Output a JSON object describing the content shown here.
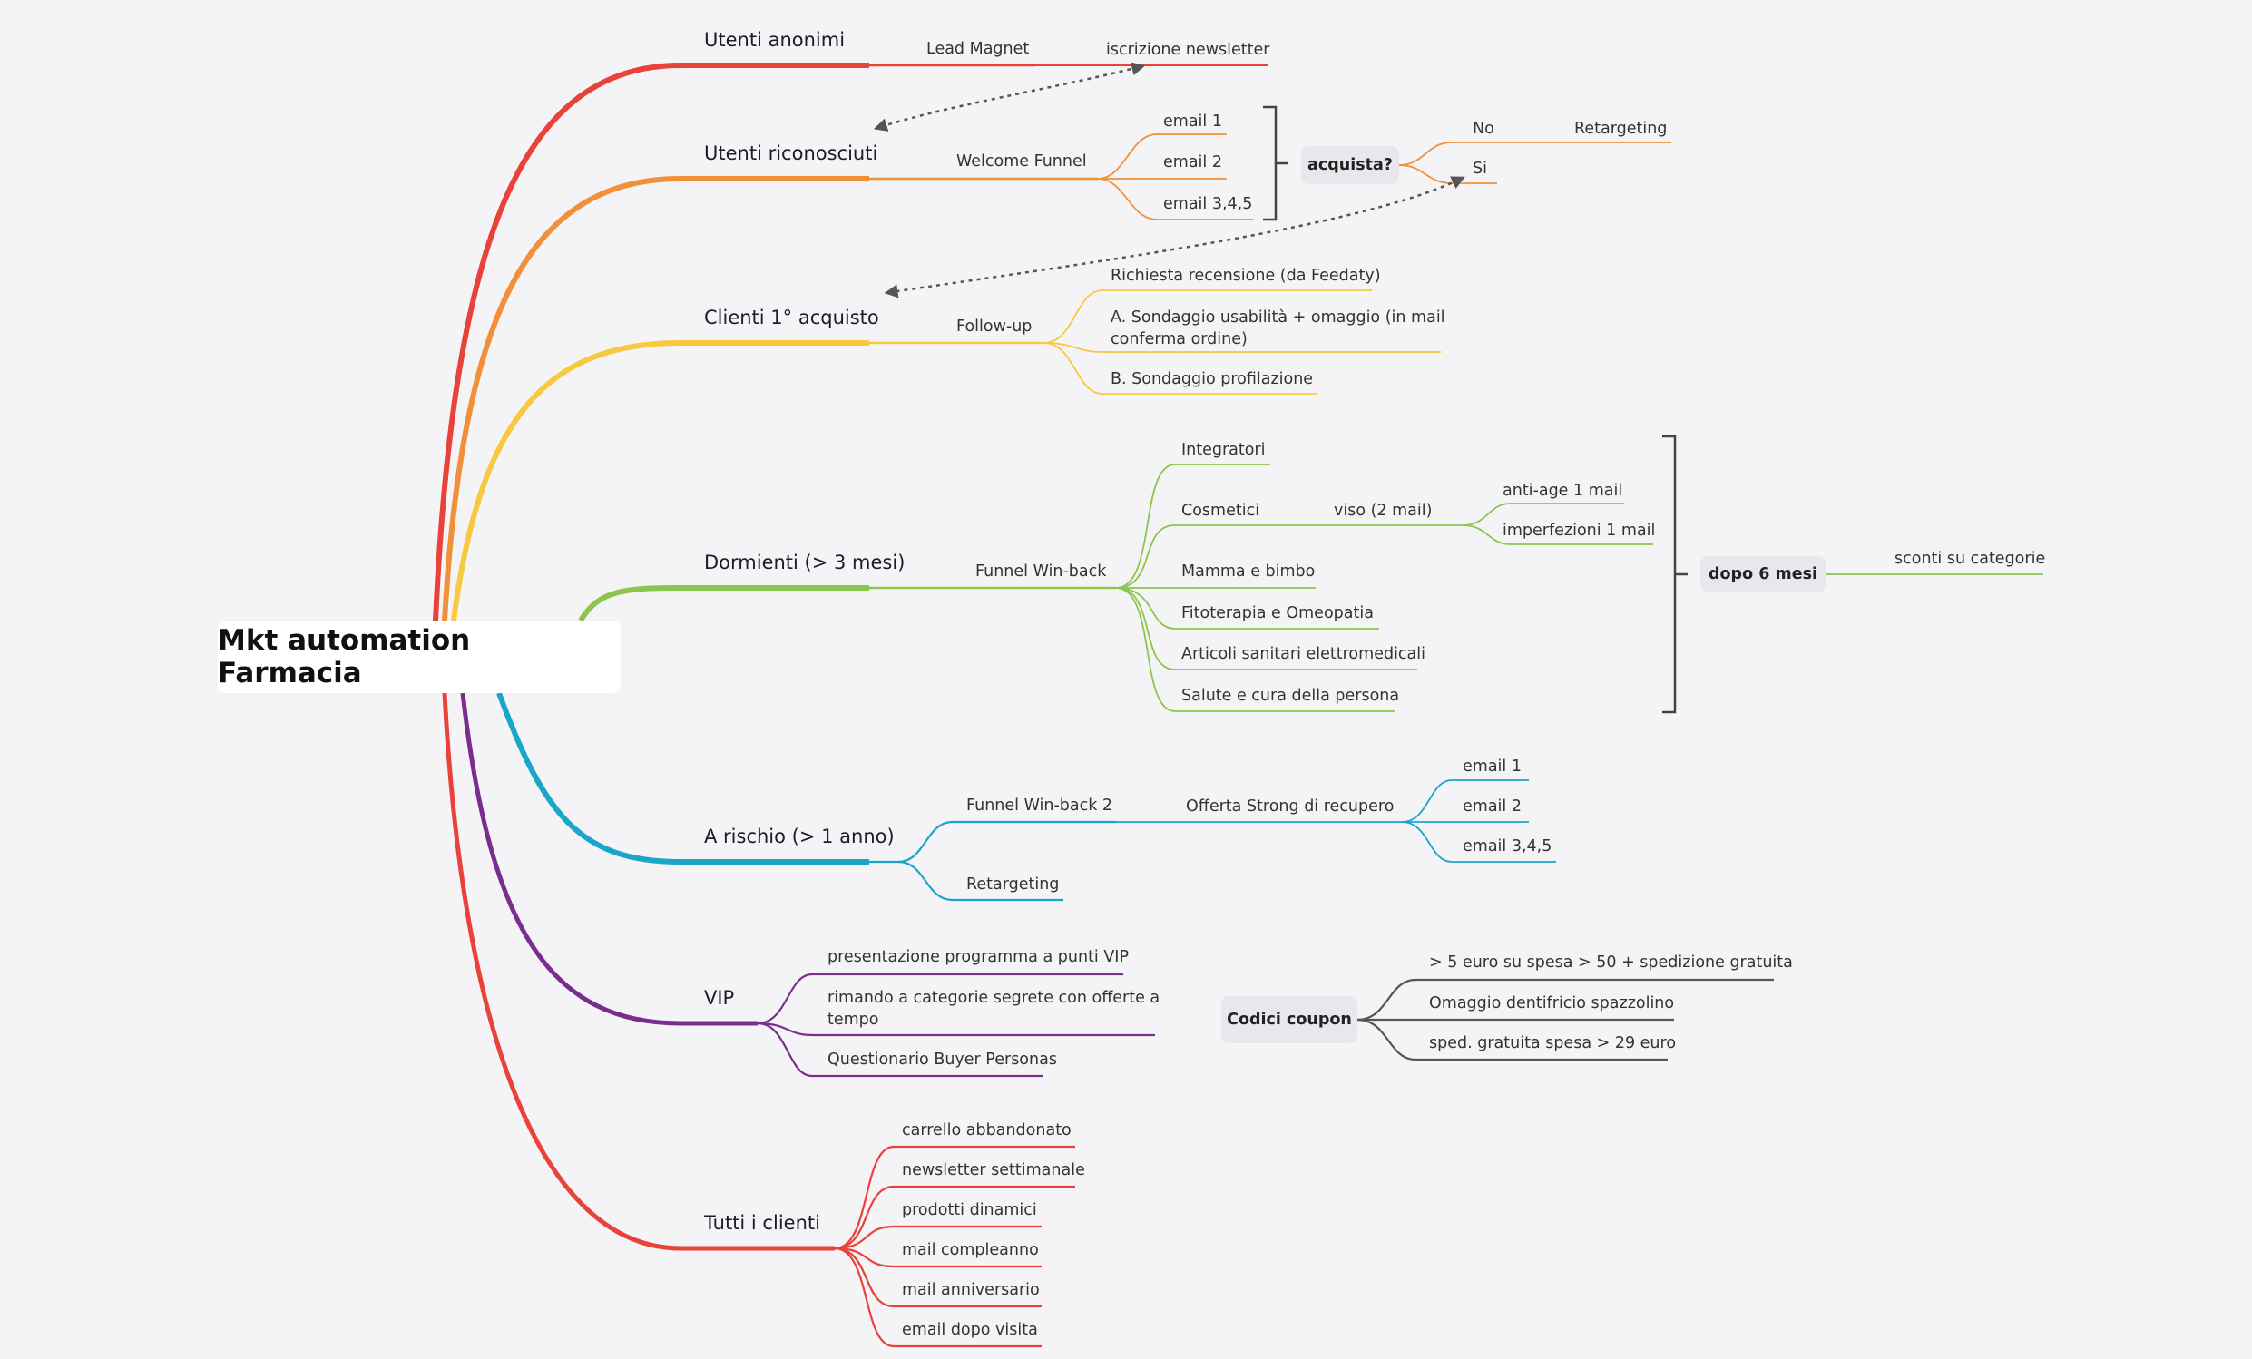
{
  "root": "Mkt automation Farmacia",
  "colors": {
    "red": "#e8423a",
    "orange": "#f0913a",
    "yellow": "#f7c940",
    "green": "#8dc44e",
    "teal": "#1aa6c9",
    "purple": "#7b2d8e",
    "gray": "#555555",
    "background": "#f4f4f7"
  },
  "branches": {
    "anonimi": {
      "label": "Utenti anonimi",
      "lead_magnet": "Lead Magnet",
      "newsletter": "iscrizione newsletter"
    },
    "riconosciuti": {
      "label": "Utenti riconosciuti",
      "welcome": "Welcome Funnel",
      "emails": [
        "email 1",
        "email 2",
        "email 3,4,5"
      ],
      "acquista": "acquista?",
      "no": "No",
      "retargeting": "Retargeting",
      "si": "Si"
    },
    "clienti1": {
      "label": "Clienti 1° acquisto",
      "followup": "Follow-up",
      "items": [
        "Richiesta recensione (da Feedaty)",
        "A. Sondaggio usabilità + omaggio (in mail conferma ordine)",
        "B. Sondaggio profilazione"
      ]
    },
    "dormienti": {
      "label": "Dormienti (> 3 mesi)",
      "funnel": "Funnel Win-back",
      "categories": [
        "Integratori",
        "Cosmetici",
        "Mamma e bimbo",
        "Fitoterapia e Omeopatia",
        "Articoli sanitari elettromedicali",
        "Salute e cura della persona"
      ],
      "viso": "viso (2 mail)",
      "viso_items": [
        "anti-age 1 mail",
        "imperfezioni 1 mail"
      ],
      "dopo": "dopo 6 mesi",
      "sconti": "sconti su categorie"
    },
    "rischio": {
      "label": "A rischio (> 1 anno)",
      "funnel": "Funnel Win-back 2",
      "offerta": "Offerta Strong di recupero",
      "emails": [
        "email 1",
        "email 2",
        "email 3,4,5"
      ],
      "retargeting": "Retargeting"
    },
    "vip": {
      "label": "VIP",
      "items": [
        "presentazione programma a punti VIP",
        "rimando a categorie segrete con offerte a tempo",
        "Questionario Buyer Personas"
      ],
      "coupon": "Codici coupon",
      "coupon_items": [
        "> 5 euro su spesa > 50 + spedizione gratuita",
        "Omaggio dentifricio spazzolino",
        "sped. gratuita spesa > 29 euro"
      ]
    },
    "tutti": {
      "label": "Tutti i clienti",
      "items": [
        "carrello abbandonato",
        "newsletter settimanale",
        "prodotti dinamici",
        "mail compleanno",
        "mail anniversario",
        "email dopo visita"
      ]
    }
  }
}
